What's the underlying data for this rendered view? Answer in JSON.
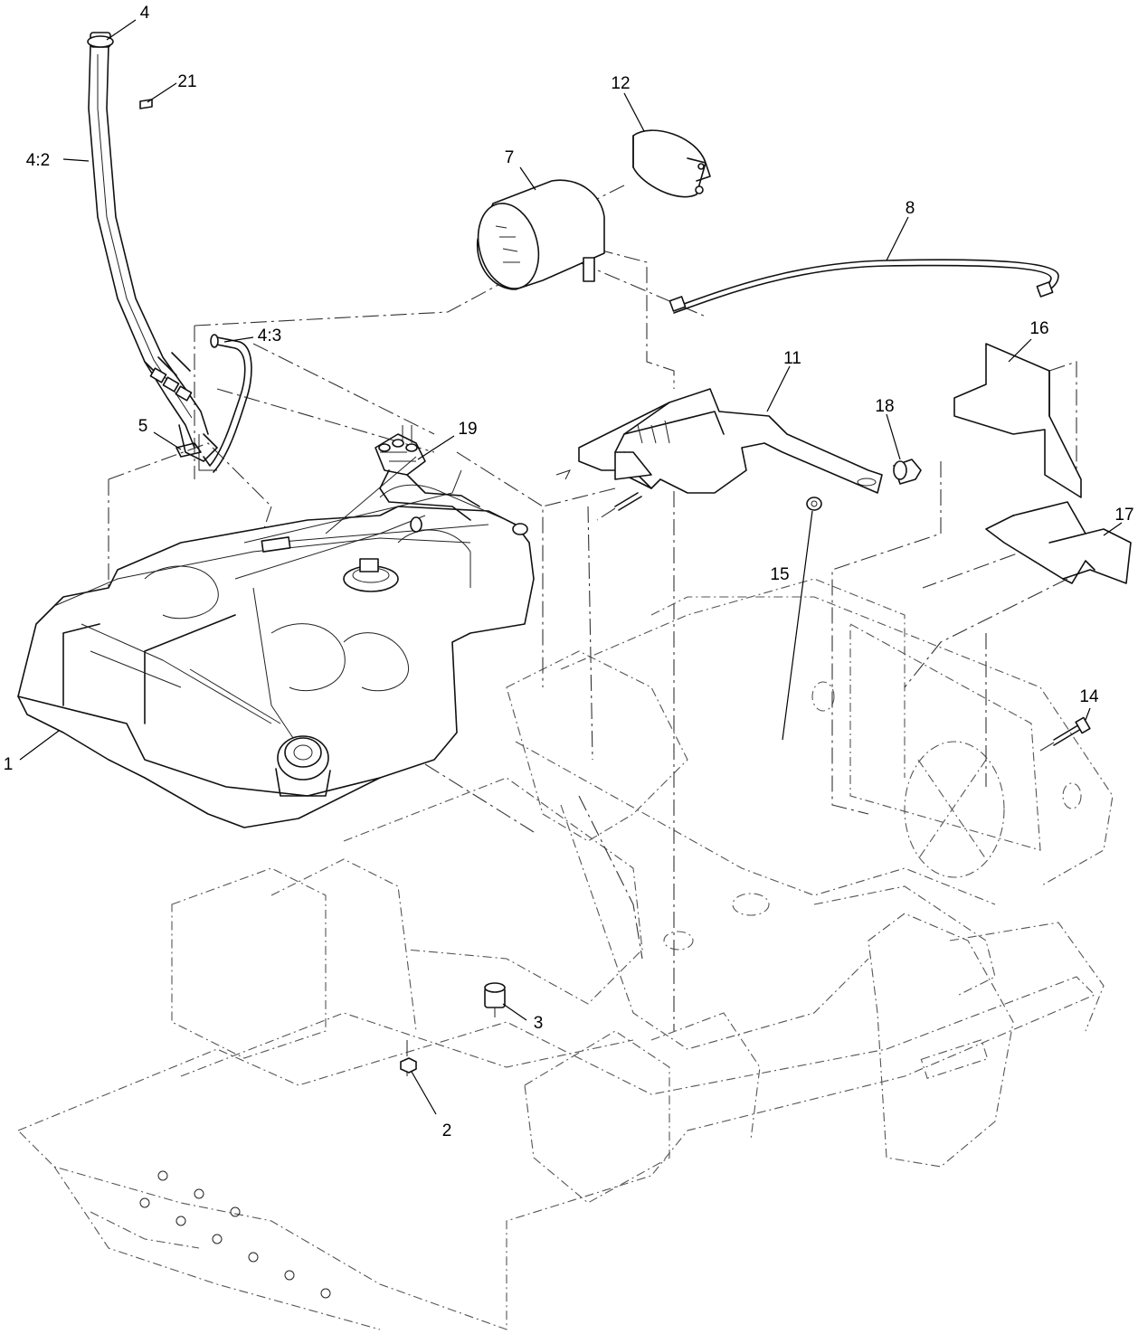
{
  "callouts": {
    "c1": "1",
    "c2": "2",
    "c3": "3",
    "c4": "4",
    "c4_2": "4:2",
    "c4_3": "4:3",
    "c5": "5",
    "c7": "7",
    "c8": "8",
    "c11": "11",
    "c12": "12",
    "c14": "14",
    "c15": "15",
    "c16": "16",
    "c17": "17",
    "c18": "18",
    "c19": "19",
    "c21": "21"
  }
}
